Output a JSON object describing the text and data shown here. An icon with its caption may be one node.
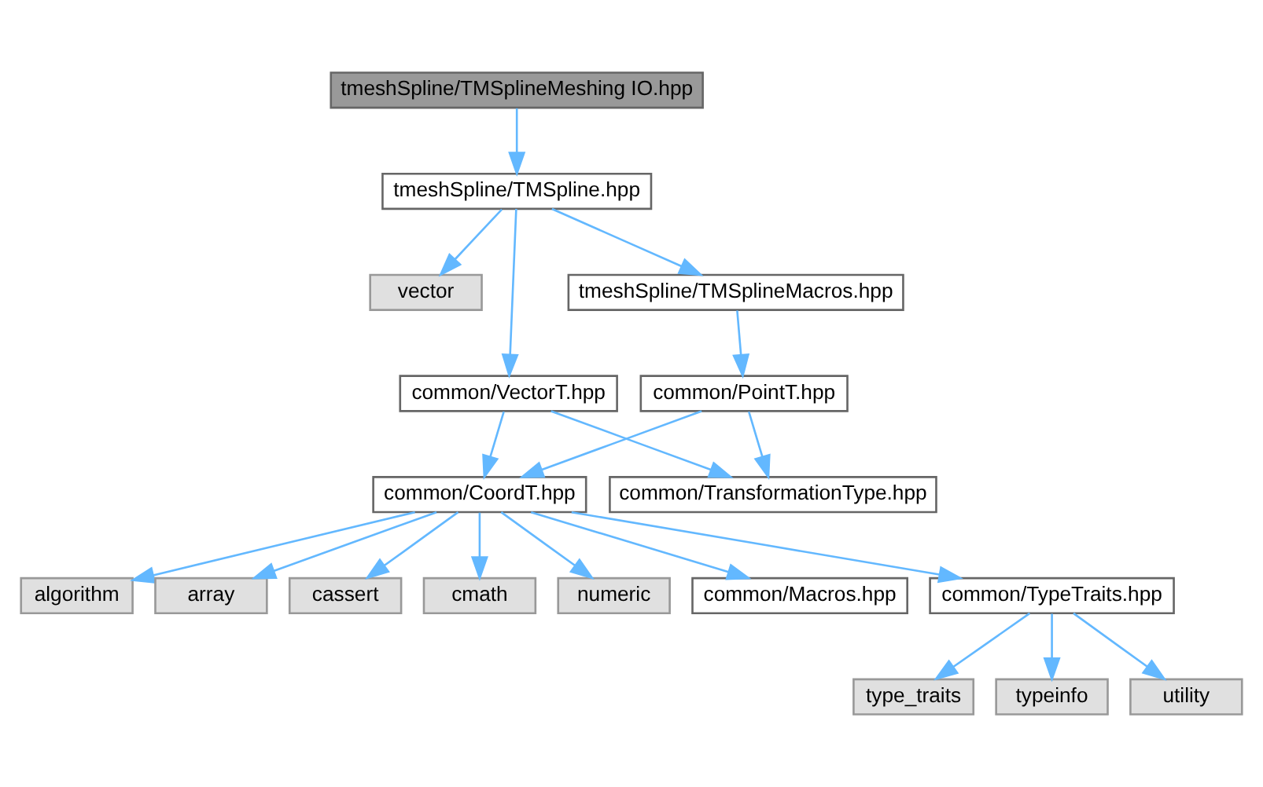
{
  "diagram": {
    "nodes": [
      {
        "text": [
          "tmeshSpline/TMSplineMeshing IO.hpp"
        ]
      },
      {
        "text": [
          "tmeshSpline/TMSpline.hpp"
        ]
      },
      {
        "text": [
          "vector"
        ]
      },
      {
        "text": [
          "tmeshSpline/TMSplineMacros.hpp"
        ]
      },
      {
        "text": [
          "common/VectorT.hpp"
        ]
      },
      {
        "text": [
          "common/PointT.hpp"
        ]
      },
      {
        "text": [
          "common/CoordT.hpp"
        ]
      },
      {
        "text": [
          "common/TransformationType.hpp"
        ]
      },
      {
        "text": [
          "algorithm"
        ]
      },
      {
        "text": [
          "array"
        ]
      },
      {
        "text": [
          "cassert"
        ]
      },
      {
        "text": [
          "cmath"
        ]
      },
      {
        "text": [
          "numeric"
        ]
      },
      {
        "text": [
          "common/Macros.hpp"
        ]
      },
      {
        "text": [
          "common/TypeTraits.hpp"
        ]
      },
      {
        "text": [
          "type_traits"
        ]
      },
      {
        "text": [
          "typeinfo"
        ]
      },
      {
        "text": [
          "utility"
        ]
      }
    ],
    "edges": [
      {
        "from": 0,
        "to": 1,
        "arrow": "to"
      },
      {
        "from": 1,
        "to": 2,
        "arrow": "to"
      },
      {
        "from": 1,
        "to": 4,
        "arrow": "to"
      },
      {
        "from": 1,
        "to": 3,
        "arrow": "to"
      },
      {
        "from": 3,
        "to": 5,
        "arrow": "to"
      },
      {
        "from": 4,
        "to": 6,
        "arrow": "to"
      },
      {
        "from": 4,
        "to": 7,
        "arrow": "to"
      },
      {
        "from": 5,
        "to": 6,
        "arrow": "to"
      },
      {
        "from": 5,
        "to": 7,
        "arrow": "to"
      },
      {
        "from": 6,
        "to": 8,
        "arrow": "to"
      },
      {
        "from": 6,
        "to": 9,
        "arrow": "to"
      },
      {
        "from": 6,
        "to": 10,
        "arrow": "to"
      },
      {
        "from": 6,
        "to": 11,
        "arrow": "to"
      },
      {
        "from": 6,
        "to": 12,
        "arrow": "to"
      },
      {
        "from": 6,
        "to": 13,
        "arrow": "to"
      },
      {
        "from": 6,
        "to": 14,
        "arrow": "to"
      },
      {
        "from": 14,
        "to": 15,
        "arrow": "to"
      },
      {
        "from": 14,
        "to": 16,
        "arrow": "to"
      },
      {
        "from": 14,
        "to": 17,
        "arrow": "to"
      }
    ]
  }
}
